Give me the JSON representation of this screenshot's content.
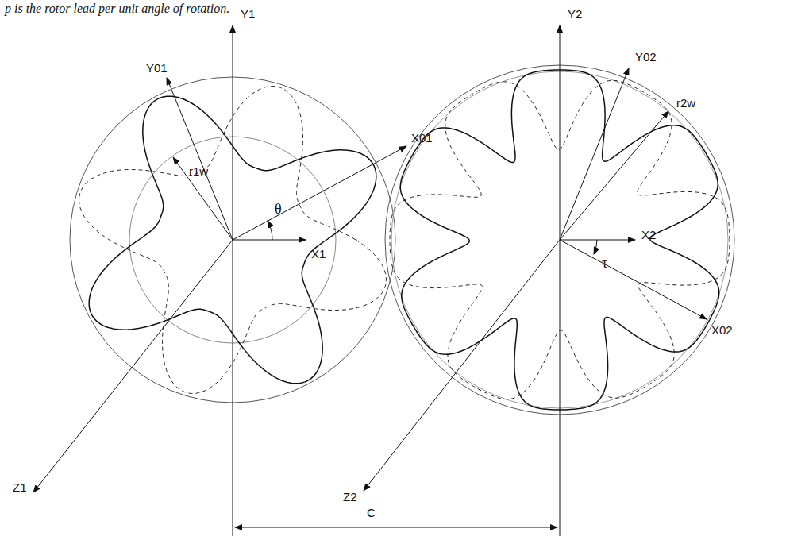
{
  "diagram": {
    "labels": [
      "p is the rotor lead per unit angle of rotation.",
      "Y1",
      "Y01",
      "X01",
      "r1w",
      "θ",
      "X1",
      "Z1",
      "Y2",
      "Y02",
      "r2w",
      "τ",
      "X2",
      "X02",
      "Z2",
      "C"
    ]
  }
}
